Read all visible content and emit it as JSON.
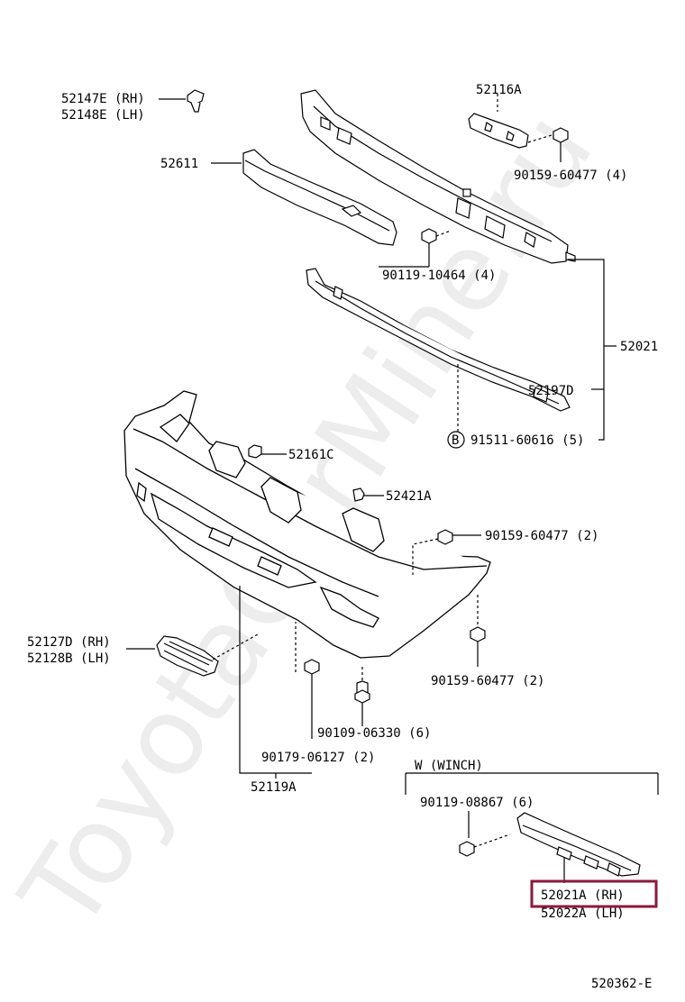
{
  "watermark": "ToyotaCarMine.ru",
  "labels": {
    "p52147E": "52147E (RH)",
    "p52148E": "52148E (LH)",
    "p52611": "52611",
    "p52116A": "52116A",
    "p90159_4": "90159-60477 (4)",
    "p90119_4": "90119-10464 (4)",
    "p52021": "52021",
    "p52197D": "52197D",
    "p91511": "91511-60616 (5)",
    "p91511_mark": "B",
    "p52161C": "52161C",
    "p52421A": "52421A",
    "p90159_2a": "90159-60477 (2)",
    "p52127D": "52127D (RH)",
    "p52128B": "52128B (LH)",
    "p90159_2b": "90159-60477 (2)",
    "p90109": "90109-06330 (6)",
    "p90179": "90179-06127 (2)",
    "p52119A": "52119A",
    "winch": "W (WINCH)",
    "p90119_6": "90119-08867 (6)",
    "p52021A": "52021A (RH)",
    "p52022A": "52022A (LH)",
    "diagram_code": "520362-E"
  },
  "colors": {
    "highlight_box": "#8b1a3a",
    "line": "#000000"
  }
}
